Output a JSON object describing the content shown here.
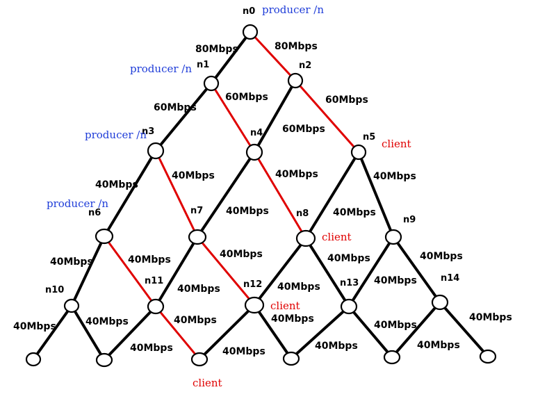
{
  "colors": {
    "link": "#000000",
    "path": "#e00000",
    "producer": "#1e3cd8",
    "client": "#e00000"
  },
  "nodes": [
    {
      "id": "n0",
      "label": "n0"
    },
    {
      "id": "n1",
      "label": "n1"
    },
    {
      "id": "n2",
      "label": "n2"
    },
    {
      "id": "n3",
      "label": "n3"
    },
    {
      "id": "n4",
      "label": "n4"
    },
    {
      "id": "n5",
      "label": "n5"
    },
    {
      "id": "n6",
      "label": "n6"
    },
    {
      "id": "n7",
      "label": "n7"
    },
    {
      "id": "n8",
      "label": "n8"
    },
    {
      "id": "n9",
      "label": "n9"
    },
    {
      "id": "n10",
      "label": "n10"
    },
    {
      "id": "n11",
      "label": "n11"
    },
    {
      "id": "n12",
      "label": "n12"
    },
    {
      "id": "n13",
      "label": "n13"
    },
    {
      "id": "n14",
      "label": "n14"
    },
    {
      "id": "b0",
      "label": ""
    },
    {
      "id": "b1",
      "label": ""
    },
    {
      "id": "b2",
      "label": ""
    },
    {
      "id": "b3",
      "label": ""
    },
    {
      "id": "b4",
      "label": ""
    },
    {
      "id": "b5",
      "label": ""
    }
  ],
  "edges": [
    {
      "from": "n0",
      "to": "n1",
      "bandwidth": "80Mbps",
      "color": "black"
    },
    {
      "from": "n0",
      "to": "n2",
      "bandwidth": "80Mbps",
      "color": "red"
    },
    {
      "from": "n1",
      "to": "n3",
      "bandwidth": "60Mbps",
      "color": "black"
    },
    {
      "from": "n1",
      "to": "n4",
      "bandwidth": "60Mbps",
      "color": "red"
    },
    {
      "from": "n2",
      "to": "n4",
      "bandwidth": "60Mbps",
      "color": "black"
    },
    {
      "from": "n2",
      "to": "n5",
      "bandwidth": "60Mbps",
      "color": "red"
    },
    {
      "from": "n3",
      "to": "n6",
      "bandwidth": "40Mbps",
      "color": "black"
    },
    {
      "from": "n3",
      "to": "n7",
      "bandwidth": "40Mbps",
      "color": "red"
    },
    {
      "from": "n4",
      "to": "n7",
      "bandwidth": "40Mbps",
      "color": "black"
    },
    {
      "from": "n4",
      "to": "n8",
      "bandwidth": "40Mbps",
      "color": "red"
    },
    {
      "from": "n5",
      "to": "n8",
      "bandwidth": "40Mbps",
      "color": "black"
    },
    {
      "from": "n5",
      "to": "n9",
      "bandwidth": "40Mbps",
      "color": "black"
    },
    {
      "from": "n6",
      "to": "n10",
      "bandwidth": "40Mbps",
      "color": "black"
    },
    {
      "from": "n6",
      "to": "n11",
      "bandwidth": "40Mbps",
      "color": "red"
    },
    {
      "from": "n7",
      "to": "n11",
      "bandwidth": "40Mbps",
      "color": "black"
    },
    {
      "from": "n7",
      "to": "n12",
      "bandwidth": "40Mbps",
      "color": "red"
    },
    {
      "from": "n8",
      "to": "n12",
      "bandwidth": "40Mbps",
      "color": "black"
    },
    {
      "from": "n8",
      "to": "n13",
      "bandwidth": "40Mbps",
      "color": "black"
    },
    {
      "from": "n9",
      "to": "n13",
      "bandwidth": "40Mbps",
      "color": "black"
    },
    {
      "from": "n9",
      "to": "n14",
      "bandwidth": "40Mbps",
      "color": "black"
    },
    {
      "from": "n10",
      "to": "b0",
      "bandwidth": "40Mbps",
      "color": "black"
    },
    {
      "from": "n10",
      "to": "b1",
      "bandwidth": "40Mbps",
      "color": "black"
    },
    {
      "from": "n11",
      "to": "b1",
      "bandwidth": "40Mbps",
      "color": "black"
    },
    {
      "from": "n11",
      "to": "b2",
      "bandwidth": "40Mbps",
      "color": "red"
    },
    {
      "from": "n12",
      "to": "b2",
      "bandwidth": "40Mbps",
      "color": "black"
    },
    {
      "from": "n12",
      "to": "b3",
      "bandwidth": "40Mbps",
      "color": "black"
    },
    {
      "from": "n13",
      "to": "b3",
      "bandwidth": "40Mbps",
      "color": "black"
    },
    {
      "from": "n13",
      "to": "b4",
      "bandwidth": "40Mbps",
      "color": "black"
    },
    {
      "from": "n14",
      "to": "b4",
      "bandwidth": "40Mbps",
      "color": "black"
    },
    {
      "from": "n14",
      "to": "b5",
      "bandwidth": "40Mbps",
      "color": "black"
    }
  ],
  "producer_labels": [
    {
      "node": "n0",
      "text": "producer /n"
    },
    {
      "node": "n1",
      "text": "producer /n"
    },
    {
      "node": "n3",
      "text": "producer /n"
    },
    {
      "node": "n6",
      "text": "producer /n"
    }
  ],
  "client_labels": [
    {
      "node": "n5",
      "text": "client"
    },
    {
      "node": "n8",
      "text": "client"
    },
    {
      "node": "n12",
      "text": "client"
    },
    {
      "node": "b2",
      "text": "client"
    }
  ]
}
